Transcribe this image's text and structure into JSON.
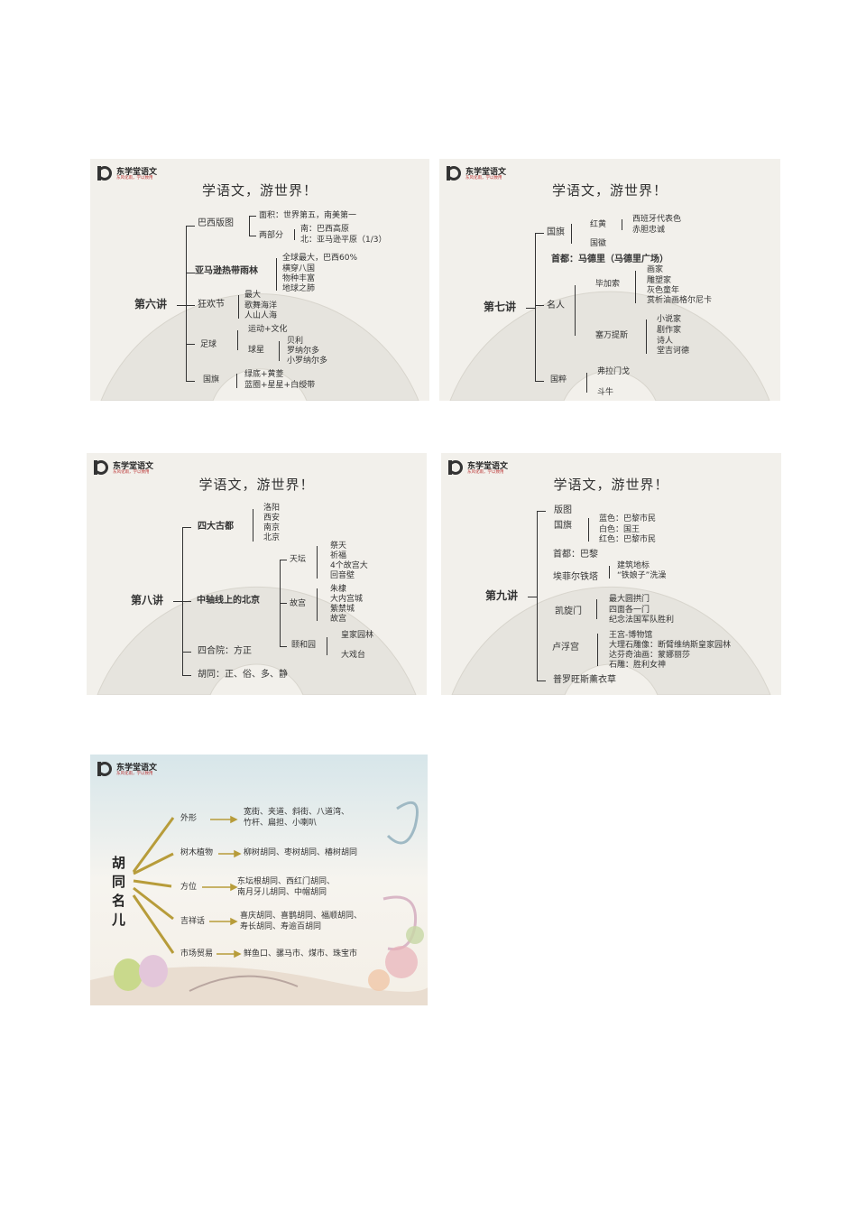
{
  "slide_title": "学语文，游世界！",
  "logo": {
    "name": "东学堂语文",
    "slogan": "东风化雨，学以致用"
  },
  "s6": {
    "root": "第六讲",
    "map": "巴西版图",
    "area": "面积：世界第五，南美第一",
    "two": "两部分",
    "south": "南：巴西高原",
    "north": "北：亚马逊平原（1/3）",
    "amazon": "亚马逊热带雨林",
    "a1": "全球最大，巴西60%",
    "a2": "横穿八国",
    "a3": "物种丰富",
    "a4": "地球之肺",
    "carnival": "狂欢节",
    "c1": "最大",
    "c2": "歌舞海洋",
    "c3": "人山人海",
    "football": "足球",
    "f1": "运动+文化",
    "stars": "球星",
    "p1": "贝利",
    "p2": "罗纳尔多",
    "p3": "小罗纳尔多",
    "flag": "国旗",
    "g1": "绿底+黄菱",
    "g2": "蓝圈+星星+白绶带"
  },
  "s7": {
    "root": "第七讲",
    "flag": "国旗",
    "redyellow": "红黄",
    "r1": "西班牙代表色",
    "r2": "赤胆忠诚",
    "emblem": "国徽",
    "capital": "首都：马德里（马德里广场）",
    "people": "名人",
    "picasso": "毕加索",
    "pc1": "画家",
    "pc2": "雕塑家",
    "pc3": "灰色童年",
    "pc4": "赏析油画格尔尼卡",
    "cervantes": "塞万提斯",
    "cv1": "小说家",
    "cv2": "剧作家",
    "cv3": "诗人",
    "cv4": "堂吉诃德",
    "essence": "国粹",
    "e1": "弗拉门戈",
    "e2": "斗牛"
  },
  "s8": {
    "root": "第八讲",
    "capitals": "四大古都",
    "k1": "洛阳",
    "k2": "西安",
    "k3": "南京",
    "k4": "北京",
    "axis": "中轴线上的北京",
    "temple": "天坛",
    "tm1": "祭天",
    "tm2": "祈福",
    "tm3": "4个故宫大",
    "tm4": "回音壁",
    "palace": "故宫",
    "pl1": "朱棣",
    "pl2": "大内宫城",
    "pl3": "紫禁城",
    "pl4": "故宫",
    "summer": "颐和园",
    "sm1": "皇家园林",
    "sm2": "大戏台",
    "siheyuan": "四合院：方正",
    "hutong": "胡同：正、俗、多、静"
  },
  "s9": {
    "root": "第九讲",
    "map": "版图",
    "flag": "国旗",
    "fl1": "蓝色：巴黎市民",
    "fl2": "白色：国王",
    "fl3": "红色：巴黎市民",
    "capital": "首都：巴黎",
    "eiffel": "埃菲尔铁塔",
    "ef1": "建筑地标",
    "ef2": "“铁娘子”洗澡",
    "arc": "凯旋门",
    "ar1": "最大圆拱门",
    "ar2": "四面各一门",
    "ar3": "纪念法国军队胜利",
    "louvre": "卢浮宫",
    "lv1": "王宫-博物馆",
    "lv2": "大理石雕像：断臂维纳斯皇家园林",
    "lv3": "达芬奇油画：蒙娜丽莎",
    "lv4": "石雕：胜利女神",
    "provence": "普罗旺斯薰衣草"
  },
  "s10": {
    "title": "胡同名儿",
    "branches": [
      {
        "label": "外形",
        "text1": "宽街、夹道、斜街、八道湾、",
        "text2": "竹杆、扁担、小喇叭"
      },
      {
        "label": "树木植物",
        "text1": "柳树胡同、枣树胡同、椿树胡同",
        "text2": ""
      },
      {
        "label": "方位",
        "text1": "东坛根胡同、西红门胡同、",
        "text2": "南月牙儿胡同、中帽胡同"
      },
      {
        "label": "吉祥话",
        "text1": "喜庆胡同、喜鹊胡同、福顺胡同、",
        "text2": "寿长胡同、寿逾百胡同"
      },
      {
        "label": "市场贸易",
        "text1": "鲜鱼口、骡马市、煤市、珠宝市",
        "text2": ""
      }
    ]
  }
}
